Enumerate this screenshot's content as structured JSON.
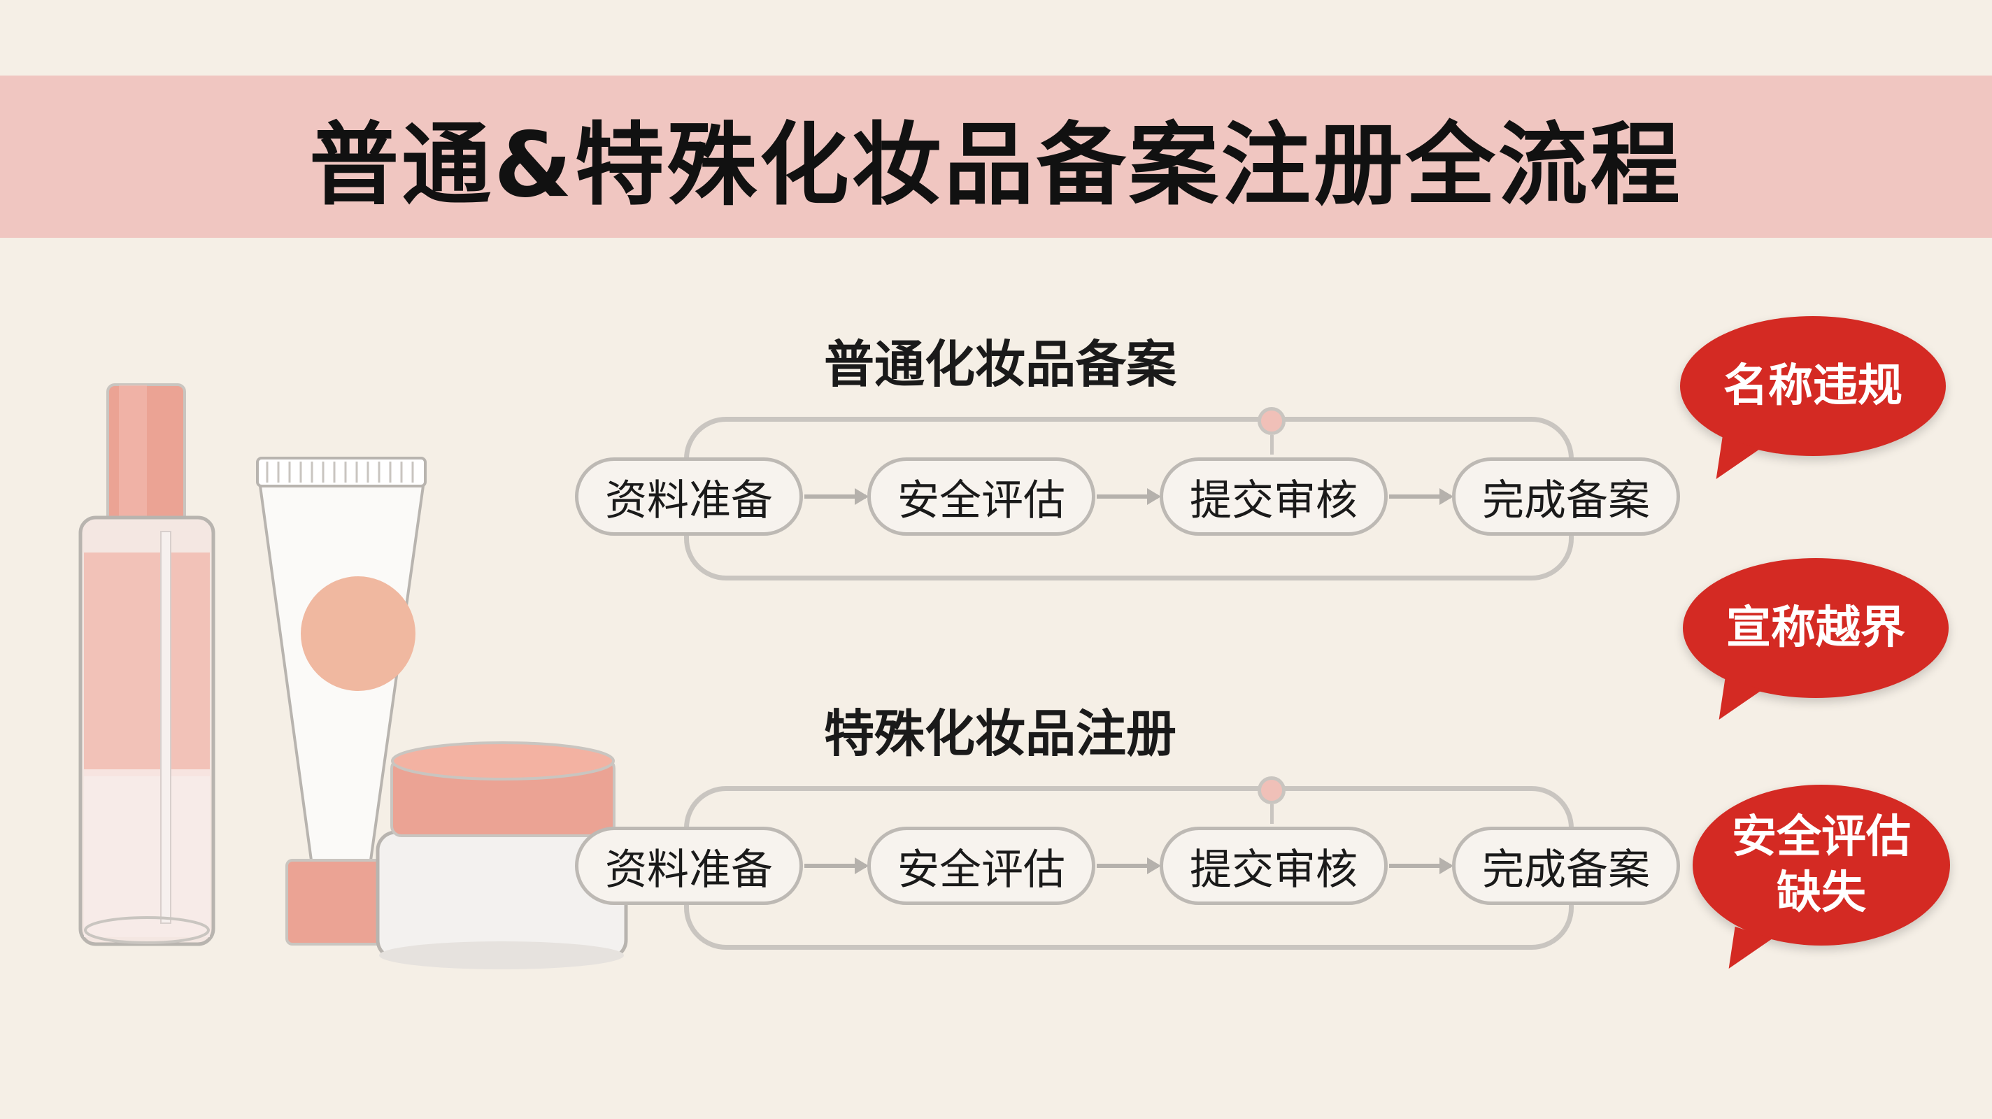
{
  "title": "普通&特殊化妆品备案注册全流程",
  "sections": [
    {
      "heading": "普通化妆品备案",
      "steps": [
        "资料准备",
        "安全评估",
        "提交审核",
        "完成备案"
      ]
    },
    {
      "heading": "特殊化妆品注册",
      "steps": [
        "资料准备",
        "安全评估",
        "提交审核",
        "完成备案"
      ]
    }
  ],
  "warnings": [
    "名称违规",
    "宣称越界",
    "安全评估",
    "缺失"
  ],
  "colors": {
    "background": "#f5efe6",
    "banner": "#f0c6c1",
    "warning_red": "#d42a23",
    "product_pink": "#eba394"
  },
  "illustration": [
    "spray-bottle-icon",
    "cream-tube-icon",
    "cream-jar-icon"
  ]
}
